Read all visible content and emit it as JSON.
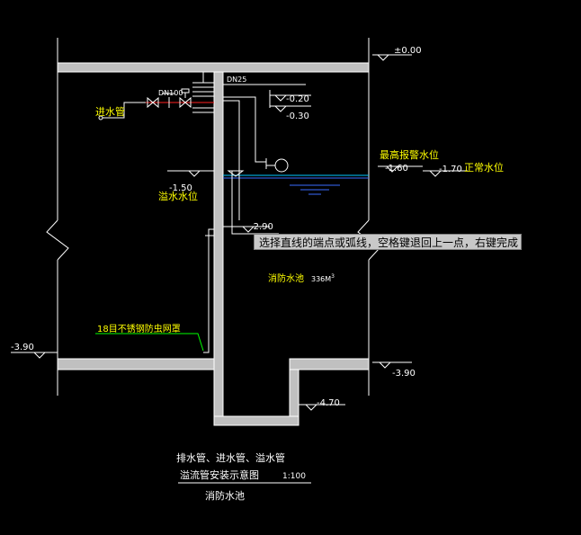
{
  "colors": {
    "background": "#000000",
    "wall_fill": "#c0c0c0",
    "line_white": "#ffffff",
    "line_yellow": "#ffff00",
    "line_green": "#00ff00",
    "water_cyan": "#00c8ff",
    "water_blue": "#3a6cff",
    "pipe_red": "#ff2020"
  },
  "elevations": {
    "top": "±0.00",
    "e020": "-0.20",
    "e030": "-0.30",
    "e160": "-1.60",
    "e170": "-1.70",
    "e150": "-1.50",
    "e290": "-2.90",
    "e390_left": "-3.90",
    "e390_right": "-3.90",
    "e470": "-4.70"
  },
  "labels": {
    "inlet_pipe": "进水管",
    "dn100": "DN100",
    "dn25": "DN25",
    "highest_alarm": "最高报警水位",
    "normal_level": "正常水位",
    "overflow_level": "溢水水位",
    "fire_pool": "消防水池",
    "volume": "336M",
    "volume_sup": "3",
    "mesh_note": "18目不锈钢防虫网罩"
  },
  "title_block": {
    "line1": "排水管、进水管、溢水管",
    "line2": "溢流管安装示意图",
    "scale": "1:100",
    "line3": "消防水池"
  },
  "command_tip": "选择直线的端点或弧线，空格键退回上一点，右键完成"
}
